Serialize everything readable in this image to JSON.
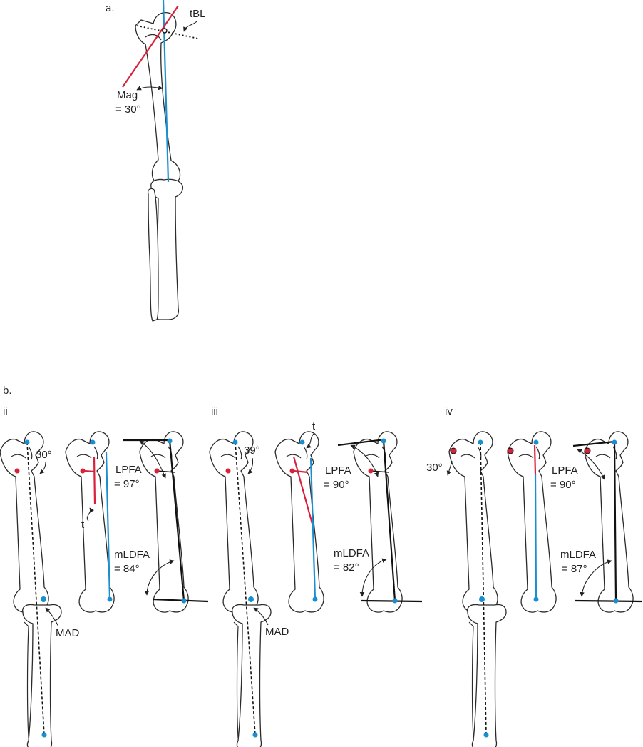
{
  "panel_a": {
    "label": "a.",
    "tbl_label": "tBL",
    "mag_label": "Mag",
    "mag_value": "= 30°"
  },
  "panel_b": {
    "label": "b.",
    "groups": [
      {
        "label": "ii",
        "angle": "30°",
        "t": "t",
        "lpfa_label": "LPFA",
        "lpfa_value": "= 97°",
        "mldfa_label": "mLDFA",
        "mldfa_value": "= 84°",
        "mad": "MAD"
      },
      {
        "label": "iii",
        "angle": "39°",
        "t": "t",
        "lpfa_label": "LPFA",
        "lpfa_value": "= 90°",
        "mldfa_label": "mLDFA",
        "mldfa_value": "= 82°",
        "mad": "MAD"
      },
      {
        "label": "iv",
        "angle": "30°",
        "lpfa_label": "LPFA",
        "lpfa_value": "= 90°",
        "mldfa_label": "mLDFA",
        "mldfa_value": "= 87°"
      }
    ]
  },
  "colors": {
    "mechanical_axis": "#1a8fd0",
    "trochanter_line": "#d8213a",
    "outline": "#2a2a2a"
  }
}
